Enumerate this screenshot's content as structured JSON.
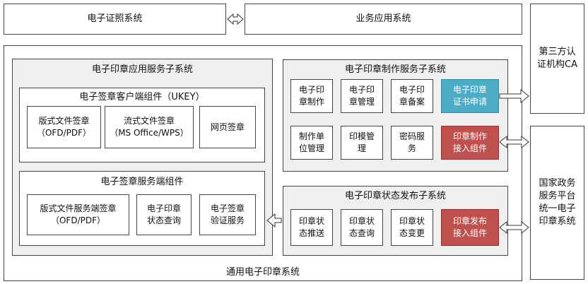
{
  "top": {
    "ecert_system": "电子证照系统",
    "business_system": "业务应用系统"
  },
  "general": {
    "title": "通用电子印章系统"
  },
  "app_subsystem": {
    "title": "电子印章应用服务子系统",
    "client": {
      "title": "电子签章客户端组件（UKEY）",
      "items": [
        "版式文件签章\n（OFD/PDF）",
        "流式文件签章\n（MS Office/WPS）",
        "网页签章"
      ]
    },
    "server": {
      "title": "电子签章服务端组件",
      "items": [
        "版式文件服务端签章\n（OFD/PDF）",
        "电子印章\n状态查询",
        "电子签章\n验证服务"
      ]
    }
  },
  "make_subsystem": {
    "title": "电子印章制作服务子系统",
    "row1": [
      "电子印\n章制作",
      "电子印\n章管理",
      "电子印\n章备案",
      "电子印章\n证书申请"
    ],
    "row2": [
      "制作单\n位管理",
      "印模管\n理",
      "密码服\n务",
      "印章制作\n接入组件"
    ]
  },
  "status_subsystem": {
    "title": "电子印章状态发布子系统",
    "items": [
      "印章状\n态推送",
      "印章状\n态查询",
      "印章状\n态变更",
      "印章发布\n接入组件"
    ]
  },
  "right": {
    "ca": "第三方认\n证机构CA",
    "gov": "国家政务\n服务平台\n统一电子\n印章系统"
  },
  "colors": {
    "highlight_blue": "#4bacc6",
    "highlight_red": "#c0504d",
    "panel_grey": "#efefef"
  }
}
